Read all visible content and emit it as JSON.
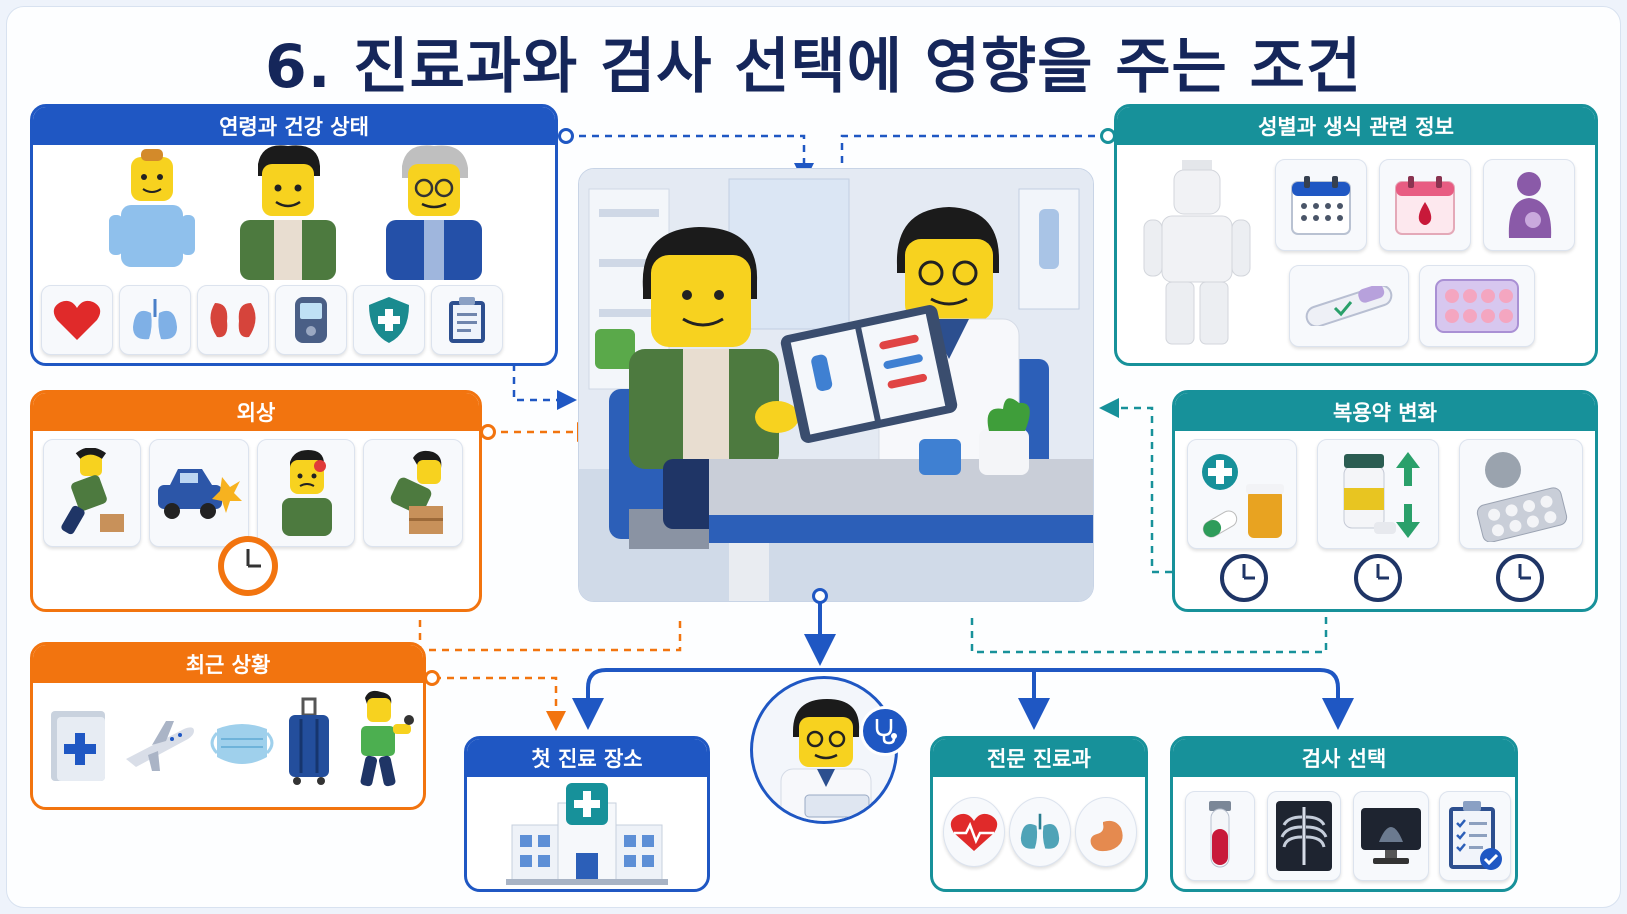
{
  "title": "6. 진료과와 검사 선택에 영향을 주는 조건",
  "panels": {
    "age_health": {
      "label": "연령과 건강 상태"
    },
    "trauma": {
      "label": "외상"
    },
    "recent": {
      "label": "최근 상황"
    },
    "sex_repro": {
      "label": "성별과 생식 관련 정보"
    },
    "medication": {
      "label": "복용약 변화"
    },
    "first_care": {
      "label": "첫 진료 장소"
    },
    "specialty": {
      "label": "전문 진료과"
    },
    "test_select": {
      "label": "검사 선택"
    }
  },
  "colors": {
    "blue": "#1f57c3",
    "orange": "#f2740f",
    "teal": "#17919a",
    "title": "#15265a"
  },
  "icons": {
    "age_health": [
      "heart-icon",
      "lungs-icon",
      "kidneys-icon",
      "glucose-meter-icon",
      "shield-plus-icon",
      "clipboard-icon"
    ],
    "trauma": [
      "fall-figure-icon",
      "car-crash-icon",
      "head-injury-icon",
      "lifting-box-icon",
      "clock-icon"
    ],
    "recent": [
      "medical-folder-icon",
      "airplane-icon",
      "face-mask-icon",
      "suitcase-icon",
      "active-figure-icon"
    ],
    "sex_repro": [
      "neutral-figure-icon",
      "calendar-icon",
      "menstrual-calendar-icon",
      "pregnancy-icon",
      "test-strip-icon",
      "pill-pack-icon"
    ],
    "medication": [
      "new-medicine-icon",
      "dose-change-icon",
      "blister-pack-icon",
      "clock-icon"
    ],
    "specialty": [
      "heart-pulse-icon",
      "lungs-icon",
      "stomach-icon"
    ],
    "test_select": [
      "blood-tube-icon",
      "xray-icon",
      "ultrasound-icon",
      "checklist-icon"
    ]
  }
}
